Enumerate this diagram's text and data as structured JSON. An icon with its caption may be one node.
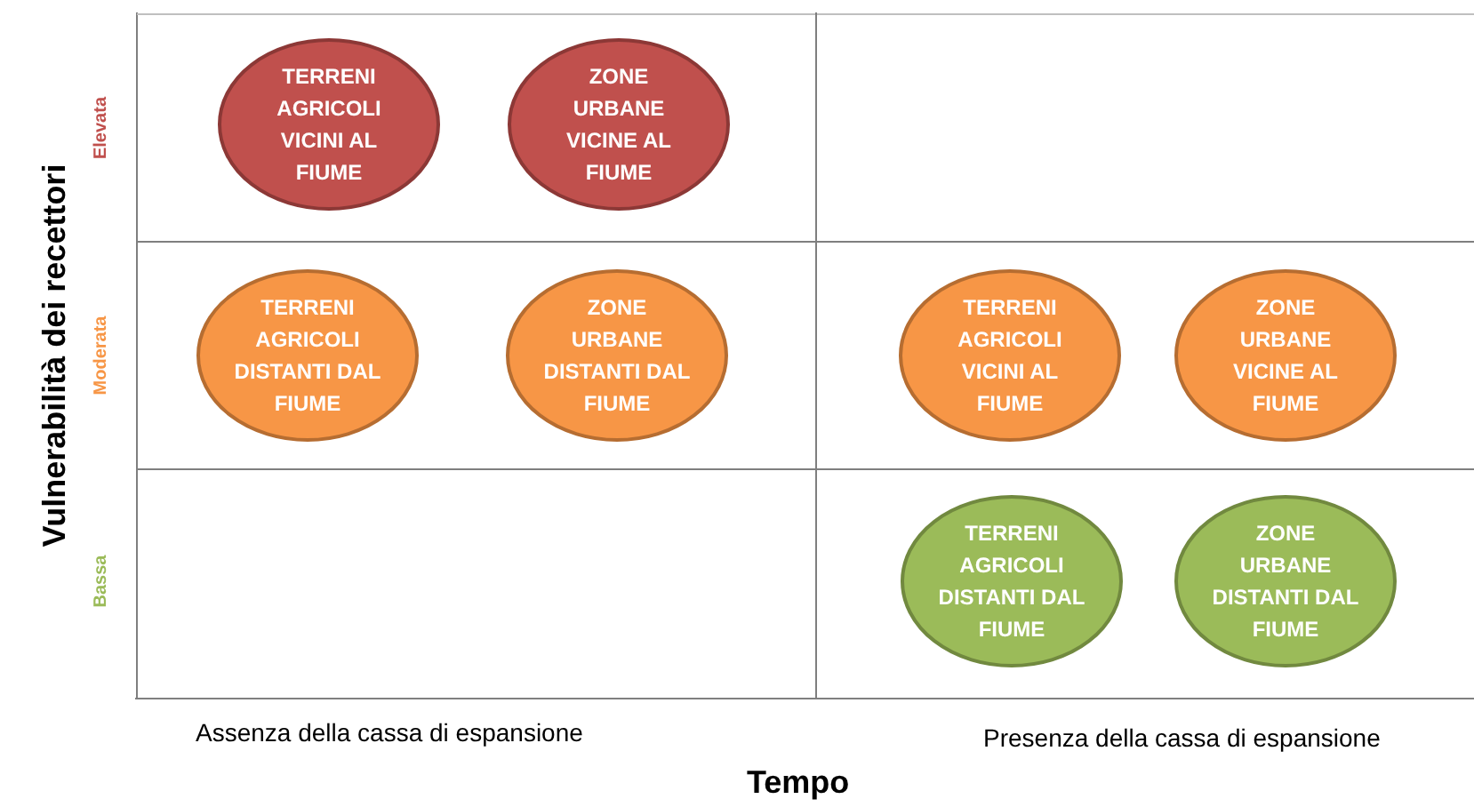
{
  "diagram": {
    "nodes": [
      {
        "text": [
          "TERRENI AGRICOLI VICINI AL FIUME"
        ]
      },
      {
        "text": [
          "ZONE URBANE VICINE AL FIUME"
        ]
      },
      {
        "text": [
          "TERRENI AGRICOLI DISTANTI DAL FIUME"
        ]
      },
      {
        "text": [
          "ZONE URBANE DISTANTI DAL FIUME"
        ]
      },
      {
        "text": [
          "TERRENI AGRICOLI VICINI AL FIUME"
        ]
      },
      {
        "text": [
          "ZONE URBANE VICINE AL FIUME"
        ]
      },
      {
        "text": [
          "TERRENI AGRICOLI DISTANTI DAL FIUME"
        ]
      },
      {
        "text": [
          "ZONE URBANE DISTANTI DAL FIUME"
        ]
      }
    ],
    "labels": [
      "Vulnerabilità dei recettori",
      "Elevata",
      "Moderata",
      "Bassa",
      "Assenza della cassa di espansione",
      "Presenza della cassa di espansione",
      "Tempo"
    ]
  }
}
